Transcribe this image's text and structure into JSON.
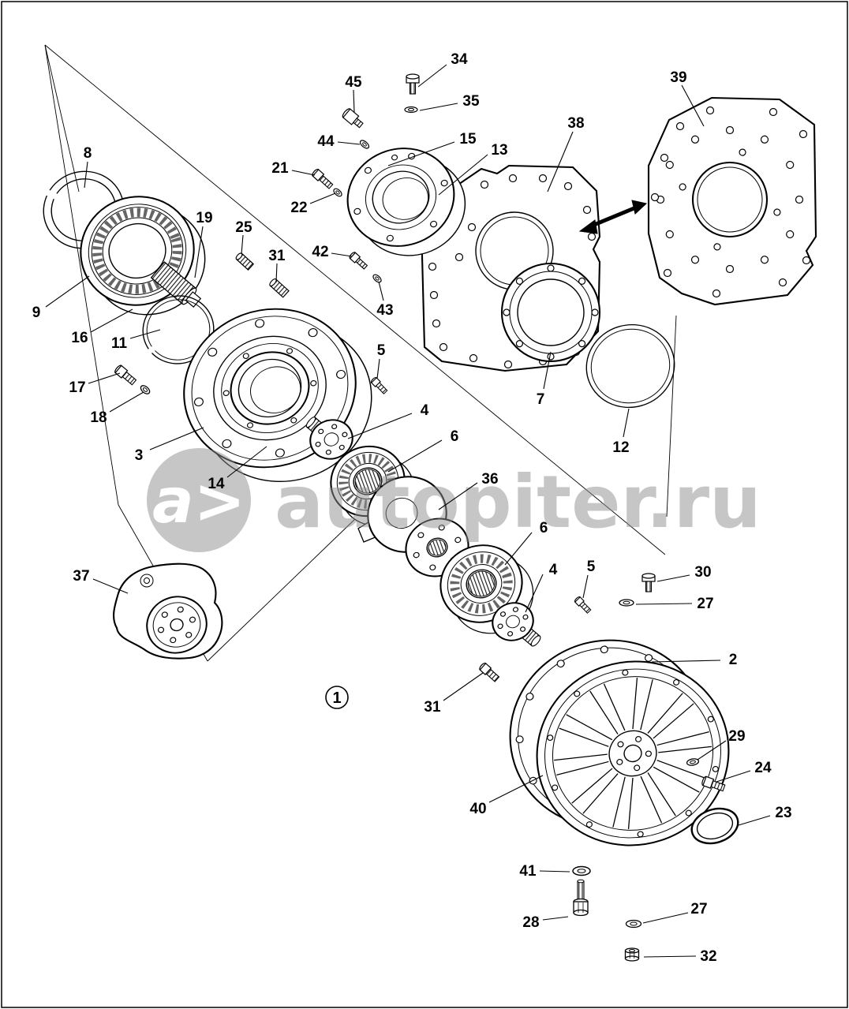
{
  "watermark": {
    "logo": "a>",
    "text": "autopiter.ru"
  },
  "assembly_label": "1",
  "callouts": [
    {
      "n": "34",
      "label": [
        582,
        74
      ],
      "leader": [
        [
          566,
          82
        ],
        [
          530,
          110
        ]
      ]
    },
    {
      "n": "45",
      "label": [
        448,
        103
      ],
      "leader": [
        [
          448,
          114
        ],
        [
          449,
          143
        ]
      ]
    },
    {
      "n": "35",
      "label": [
        597,
        127
      ],
      "leader": [
        [
          580,
          131
        ],
        [
          532,
          140
        ]
      ]
    },
    {
      "n": "39",
      "label": [
        860,
        97
      ],
      "leader": [
        [
          864,
          108
        ],
        [
          892,
          160
        ]
      ]
    },
    {
      "n": "44",
      "label": [
        413,
        178
      ],
      "leader": [
        [
          428,
          180
        ],
        [
          456,
          183
        ]
      ]
    },
    {
      "n": "15",
      "label": [
        593,
        175
      ],
      "leader": [
        [
          576,
          180
        ],
        [
          492,
          210
        ]
      ]
    },
    {
      "n": "13",
      "label": [
        633,
        189
      ],
      "leader": [
        [
          618,
          196
        ],
        [
          556,
          247
        ]
      ]
    },
    {
      "n": "38",
      "label": [
        730,
        155
      ],
      "leader": [
        [
          726,
          167
        ],
        [
          694,
          243
        ]
      ]
    },
    {
      "n": "21",
      "label": [
        355,
        212
      ],
      "leader": [
        [
          370,
          216
        ],
        [
          399,
          222
        ]
      ]
    },
    {
      "n": "22",
      "label": [
        379,
        262
      ],
      "leader": [
        [
          393,
          258
        ],
        [
          425,
          245
        ]
      ]
    },
    {
      "n": "8",
      "label": [
        111,
        193
      ],
      "leader": [
        [
          111,
          205
        ],
        [
          107,
          238
        ]
      ]
    },
    {
      "n": "19",
      "label": [
        259,
        275
      ],
      "leader": [
        [
          257,
          287
        ],
        [
          247,
          352
        ]
      ]
    },
    {
      "n": "25",
      "label": [
        309,
        287
      ],
      "leader": [
        [
          308,
          298
        ],
        [
          306,
          322
        ]
      ]
    },
    {
      "n": "31",
      "label": [
        351,
        323
      ],
      "leader": [
        [
          351,
          334
        ],
        [
          350,
          358
        ]
      ]
    },
    {
      "n": "42",
      "label": [
        406,
        318
      ],
      "leader": [
        [
          420,
          321
        ],
        [
          446,
          325
        ]
      ]
    },
    {
      "n": "43",
      "label": [
        488,
        392
      ],
      "leader": [
        [
          486,
          381
        ],
        [
          480,
          357
        ]
      ]
    },
    {
      "n": "9",
      "label": [
        46,
        395
      ],
      "leader": [
        [
          58,
          389
        ],
        [
          113,
          350
        ]
      ]
    },
    {
      "n": "16",
      "label": [
        101,
        427
      ],
      "leader": [
        [
          115,
          421
        ],
        [
          168,
          392
        ]
      ]
    },
    {
      "n": "11",
      "label": [
        151,
        434
      ],
      "leader": [
        [
          165,
          429
        ],
        [
          203,
          418
        ]
      ]
    },
    {
      "n": "17",
      "label": [
        98,
        490
      ],
      "leader": [
        [
          112,
          486
        ],
        [
          152,
          473
        ]
      ]
    },
    {
      "n": "18",
      "label": [
        125,
        528
      ],
      "leader": [
        [
          139,
          522
        ],
        [
          182,
          497
        ]
      ]
    },
    {
      "n": "5",
      "label": [
        483,
        443
      ],
      "leader": [
        [
          481,
          455
        ],
        [
          478,
          480
        ]
      ]
    },
    {
      "n": "3",
      "label": [
        176,
        576
      ],
      "leader": [
        [
          190,
          570
        ],
        [
          258,
          542
        ]
      ]
    },
    {
      "n": "14",
      "label": [
        274,
        612
      ],
      "leader": [
        [
          288,
          605
        ],
        [
          338,
          566
        ]
      ]
    },
    {
      "n": "4",
      "label": [
        538,
        519
      ],
      "leader": [
        [
          522,
          524
        ],
        [
          441,
          556
        ]
      ]
    },
    {
      "n": "6",
      "label": [
        576,
        552
      ],
      "leader": [
        [
          560,
          558
        ],
        [
          492,
          598
        ]
      ]
    },
    {
      "n": "36",
      "label": [
        621,
        606
      ],
      "leader": [
        [
          605,
          612
        ],
        [
          556,
          646
        ]
      ]
    },
    {
      "n": "7",
      "label": [
        685,
        505
      ],
      "leader": [
        [
          689,
          493
        ],
        [
          698,
          446
        ]
      ]
    },
    {
      "n": "12",
      "label": [
        787,
        566
      ],
      "leader": [
        [
          790,
          554
        ],
        [
          797,
          518
        ]
      ]
    },
    {
      "n": "6",
      "label": [
        689,
        668
      ],
      "leader": [
        [
          674,
          675
        ],
        [
          640,
          716
        ]
      ]
    },
    {
      "n": "4",
      "label": [
        701,
        721
      ],
      "leader": [
        [
          688,
          728
        ],
        [
          666,
          776
        ]
      ]
    },
    {
      "n": "5",
      "label": [
        749,
        717
      ],
      "leader": [
        [
          745,
          729
        ],
        [
          739,
          758
        ]
      ]
    },
    {
      "n": "30",
      "label": [
        891,
        724
      ],
      "leader": [
        [
          874,
          729
        ],
        [
          833,
          737
        ]
      ]
    },
    {
      "n": "27",
      "label": [
        894,
        764
      ],
      "leader": [
        [
          877,
          765
        ],
        [
          806,
          766
        ]
      ]
    },
    {
      "n": "37",
      "label": [
        103,
        729
      ],
      "leader": [
        [
          118,
          734
        ],
        [
          162,
          752
        ]
      ]
    },
    {
      "n": "2",
      "label": [
        929,
        835
      ],
      "leader": [
        [
          913,
          837
        ],
        [
          826,
          839
        ]
      ]
    },
    {
      "n": "31",
      "label": [
        548,
        895
      ],
      "leader": [
        [
          562,
          888
        ],
        [
          612,
          853
        ]
      ]
    },
    {
      "n": "29",
      "label": [
        934,
        932
      ],
      "leader": [
        [
          920,
          939
        ],
        [
          884,
          963
        ]
      ]
    },
    {
      "n": "24",
      "label": [
        967,
        972
      ],
      "leader": [
        [
          951,
          977
        ],
        [
          908,
          991
        ]
      ]
    },
    {
      "n": "40",
      "label": [
        606,
        1024
      ],
      "leader": [
        [
          620,
          1017
        ],
        [
          688,
          983
        ]
      ]
    },
    {
      "n": "23",
      "label": [
        993,
        1029
      ],
      "leader": [
        [
          976,
          1034
        ],
        [
          936,
          1046
        ]
      ]
    },
    {
      "n": "41",
      "label": [
        669,
        1103
      ],
      "leader": [
        [
          684,
          1104
        ],
        [
          722,
          1105
        ]
      ]
    },
    {
      "n": "28",
      "label": [
        673,
        1168
      ],
      "leader": [
        [
          688,
          1166
        ],
        [
          720,
          1162
        ]
      ]
    },
    {
      "n": "27",
      "label": [
        886,
        1151
      ],
      "leader": [
        [
          872,
          1157
        ],
        [
          815,
          1170
        ]
      ]
    },
    {
      "n": "32",
      "label": [
        898,
        1211
      ],
      "leader": [
        [
          882,
          1212
        ],
        [
          816,
          1213
        ]
      ]
    }
  ]
}
